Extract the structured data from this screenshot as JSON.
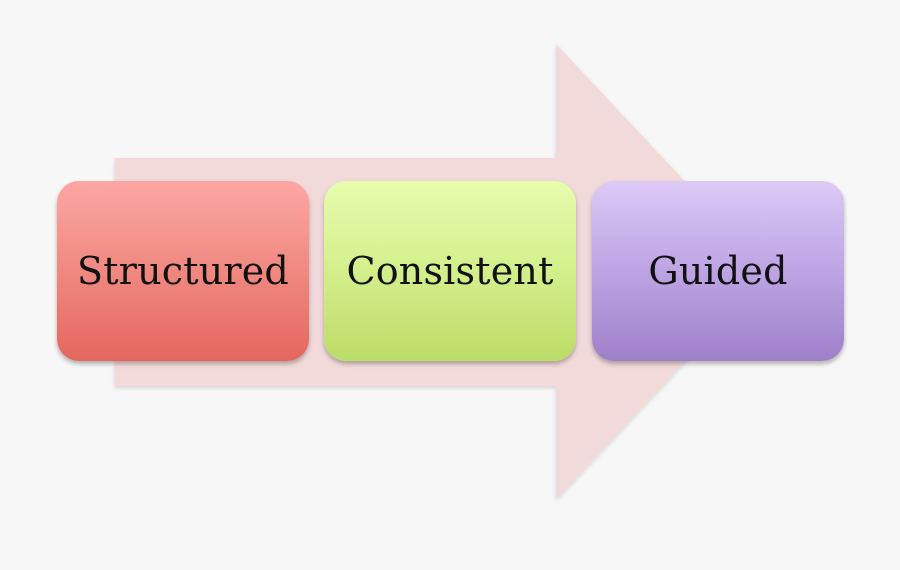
{
  "steps": [
    {
      "label": "Structured",
      "color": "#f18c84"
    },
    {
      "label": "Consistent",
      "color": "#d5f18f"
    },
    {
      "label": "Guided",
      "color": "#c0a8e6"
    }
  ],
  "arrow": {
    "color": "#f2dadb",
    "direction": "right"
  },
  "background_color": "#f7f7f7"
}
